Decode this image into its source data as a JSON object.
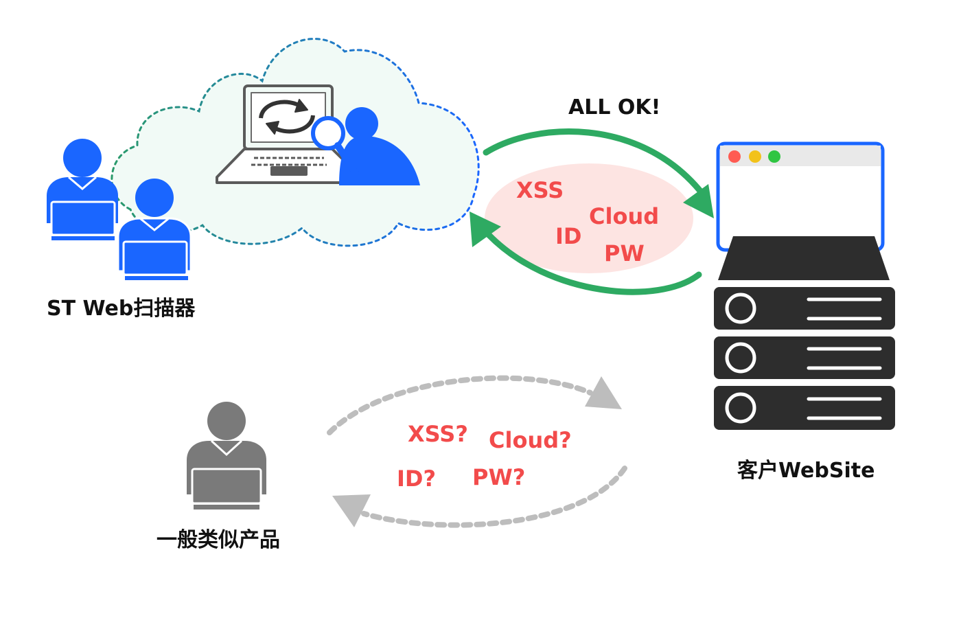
{
  "labels": {
    "scanner": "ST Web扫描器",
    "website": "客户WebSite",
    "generic": "一般类似产品",
    "all_ok": "ALL OK!"
  },
  "check_items_ok": [
    "XSS",
    "Cloud",
    "ID",
    "PW"
  ],
  "check_items_unknown": [
    "XSS?",
    "Cloud?",
    "ID?",
    "PW?"
  ],
  "colors": {
    "blue": "#1a66ff",
    "green": "#2eaa62",
    "red_text": "#f24b4b",
    "pink_blob": "#fde4e2",
    "server_dark": "#2d2d2d",
    "gray": "#7a7a7a",
    "dash_gray": "#bdbdbd",
    "cloud_fill": "#f1faf6"
  },
  "icons": {
    "scanner_users": "user-laptop-icon",
    "cloud": "cloud-icon",
    "laptop": "laptop-sync-icon",
    "inspector": "magnifier-person-icon",
    "browser": "browser-window-icon",
    "server": "server-rack-icon",
    "generic_user": "user-laptop-gray-icon"
  }
}
